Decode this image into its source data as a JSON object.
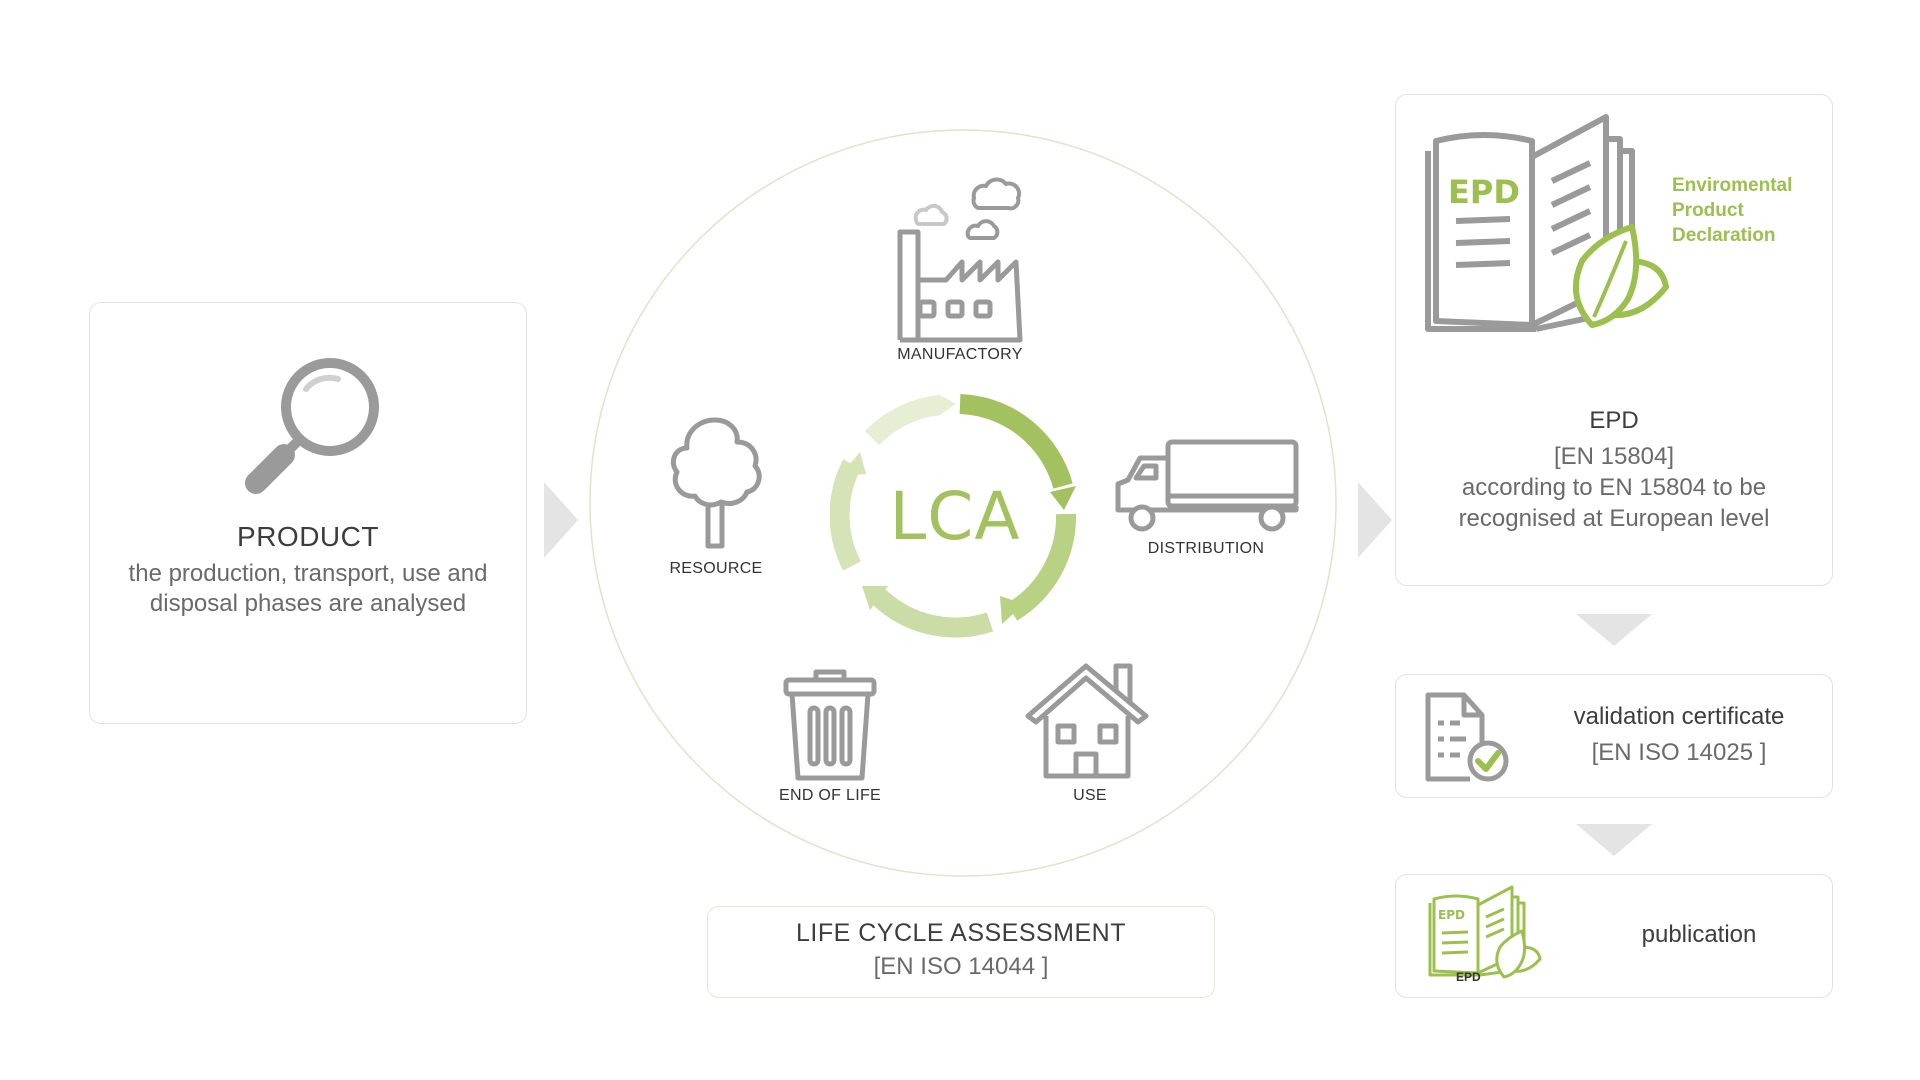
{
  "product": {
    "title": "PRODUCT",
    "description": "the production, transport, use and disposal phases are analysed"
  },
  "lca": {
    "center_label": "LCA",
    "stages": {
      "manufactory": "MANUFACTORY",
      "distribution": "DISTRIBUTION",
      "use": "USE",
      "end_of_life": "END OF LIFE",
      "resource": "RESOURCE"
    }
  },
  "assessment": {
    "title": "LIFE CYCLE ASSESSMENT",
    "standard": "[EN ISO 14044 ]"
  },
  "epd": {
    "book_label": "EPD",
    "full_name_line1": "Enviromental",
    "full_name_line2": "Product",
    "full_name_line3": "Declaration",
    "title": "EPD",
    "standard": "[EN 15804]",
    "description": "according to EN 15804 to be recognised at European level"
  },
  "validation": {
    "title": "validation certificate",
    "standard": "[EN ISO 14025 ]"
  },
  "publication": {
    "icon_label": "EPD",
    "title": "publication"
  },
  "colors": {
    "accent_green": "#9cc04e",
    "light_green": "#cfe0a8",
    "icon_gray": "#9a9a9a",
    "border_gray": "#e2e2e2",
    "arrow_gray": "#e4e4e4"
  }
}
